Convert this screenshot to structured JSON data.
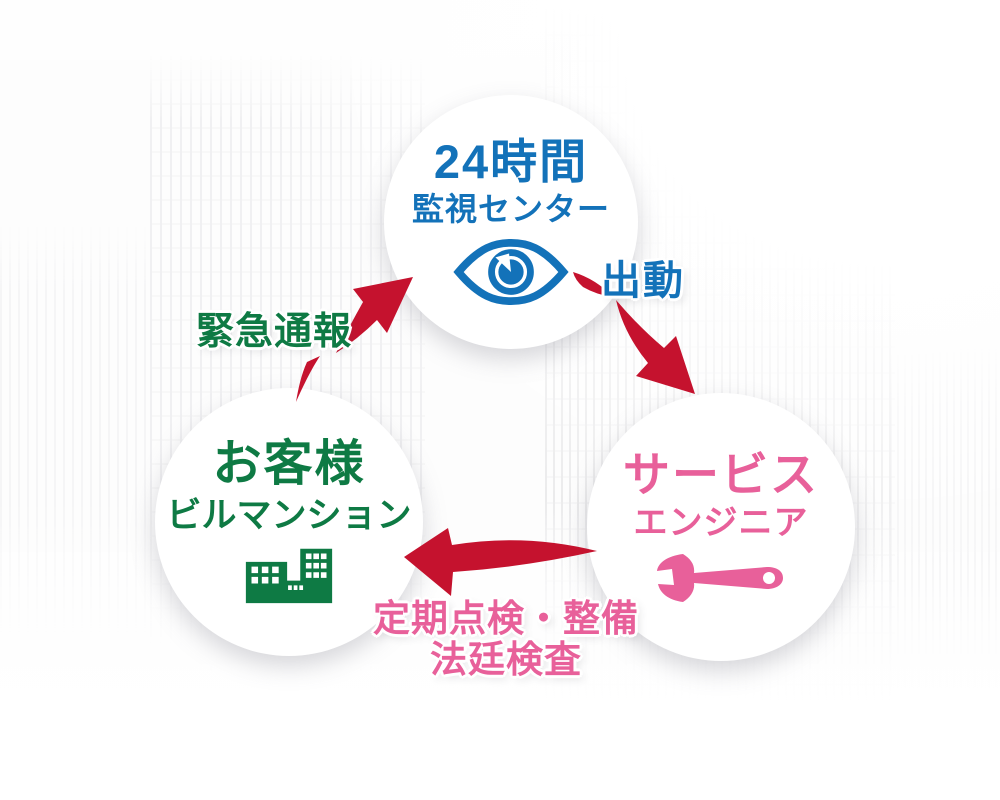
{
  "diagram": {
    "arrow_color": "#c5122e",
    "nodes": [
      {
        "id": "monitoring-center",
        "line1": "24時間",
        "line2": "監視センター",
        "icon": "eye-icon",
        "color": "#1372b9"
      },
      {
        "id": "service-engineer",
        "line1": "サービス",
        "line2": "エンジニア",
        "icon": "wrench-icon",
        "color": "#e8609a"
      },
      {
        "id": "customer",
        "line1": "お客様",
        "line2": "ビルマンション",
        "icon": "building-icon",
        "color": "#0e7a44"
      }
    ],
    "arrows": [
      {
        "from": "customer",
        "to": "monitoring-center",
        "label": "緊急通報",
        "color": "#0e7a44"
      },
      {
        "from": "monitoring-center",
        "to": "service-engineer",
        "label": "出動",
        "color": "#1372b9"
      },
      {
        "from": "service-engineer",
        "to": "customer",
        "label_line1": "定期点検・整備",
        "label_line2": "法廷検査",
        "color": "#e8609a"
      }
    ]
  }
}
